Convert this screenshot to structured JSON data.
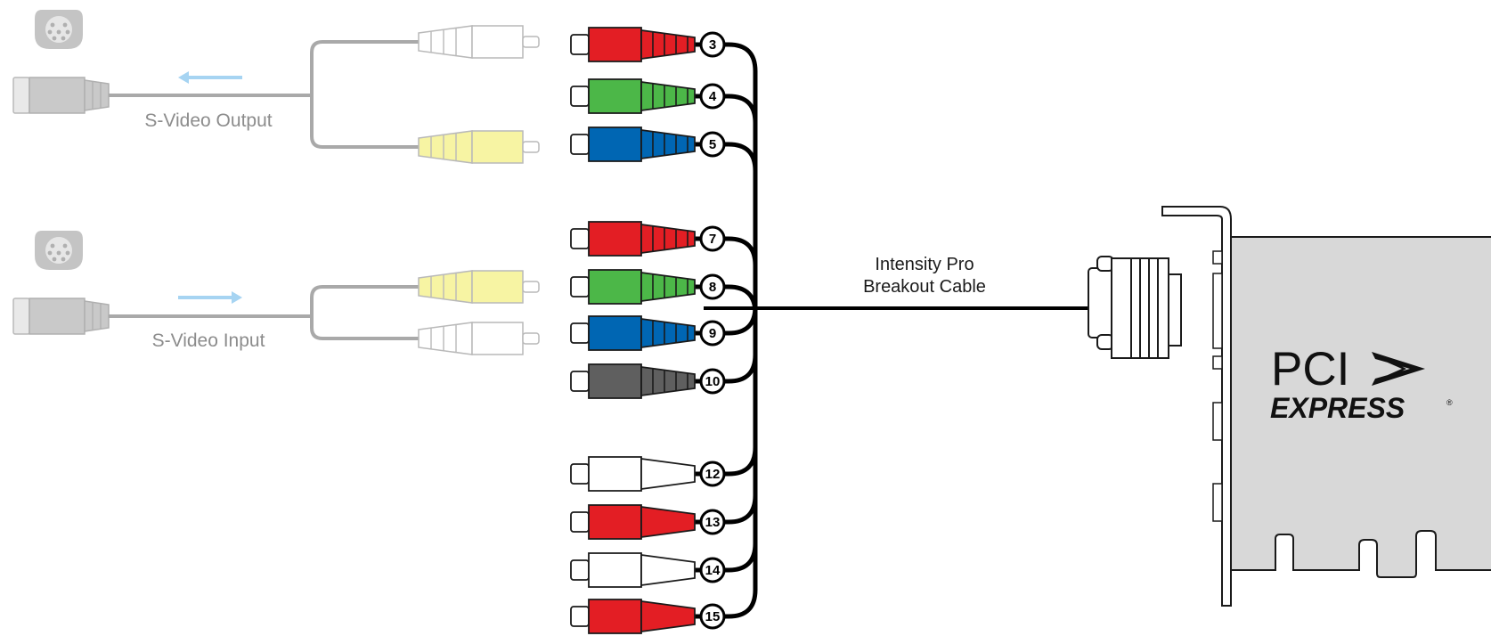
{
  "labels": {
    "svideo_output": "S-Video Output",
    "svideo_input": "S-Video Input",
    "cable_line1": "Intensity Pro",
    "cable_line2": "Breakout Cable",
    "pci_top": "PCI",
    "pci_bottom": "EXPRESS",
    "pci_registered": "®"
  },
  "colors": {
    "red": "#e31e24",
    "green": "#4cb748",
    "blue": "#0066b3",
    "gray_dark": "#5f5f5f",
    "white": "#ffffff",
    "yellow_faded": "#f7f4a3",
    "faded_stroke": "#b9b9b9",
    "card_fill": "#d8d8d8",
    "arrow": "#a6d4f2",
    "cable": "#000000",
    "label_gray": "#8c8c8c"
  },
  "connectors": [
    {
      "number": "3",
      "color": "red",
      "style": "ribbed"
    },
    {
      "number": "4",
      "color": "green",
      "style": "ribbed"
    },
    {
      "number": "5",
      "color": "blue",
      "style": "ribbed"
    },
    {
      "number": "7",
      "color": "red",
      "style": "ribbed"
    },
    {
      "number": "8",
      "color": "green",
      "style": "ribbed"
    },
    {
      "number": "9",
      "color": "blue",
      "style": "ribbed"
    },
    {
      "number": "10",
      "color": "gray_dark",
      "style": "ribbed"
    },
    {
      "number": "12",
      "color": "white",
      "style": "plain"
    },
    {
      "number": "13",
      "color": "red",
      "style": "plain"
    },
    {
      "number": "14",
      "color": "white",
      "style": "plain"
    },
    {
      "number": "15",
      "color": "red",
      "style": "plain"
    }
  ],
  "svideo_groups": [
    {
      "direction": "output",
      "arrow": "left",
      "plugs": [
        "white",
        "yellow_faded"
      ]
    },
    {
      "direction": "input",
      "arrow": "right",
      "plugs": [
        "yellow_faded",
        "white"
      ]
    }
  ],
  "icons": {
    "svideo_port": "svideo-port-icon",
    "svideo_plug": "svideo-plug-icon",
    "rca": "rca-connector-icon",
    "dvi": "dvi-connector-icon",
    "pcie_card": "pcie-card-icon",
    "pcie_logo": "pcie-logo-icon"
  }
}
